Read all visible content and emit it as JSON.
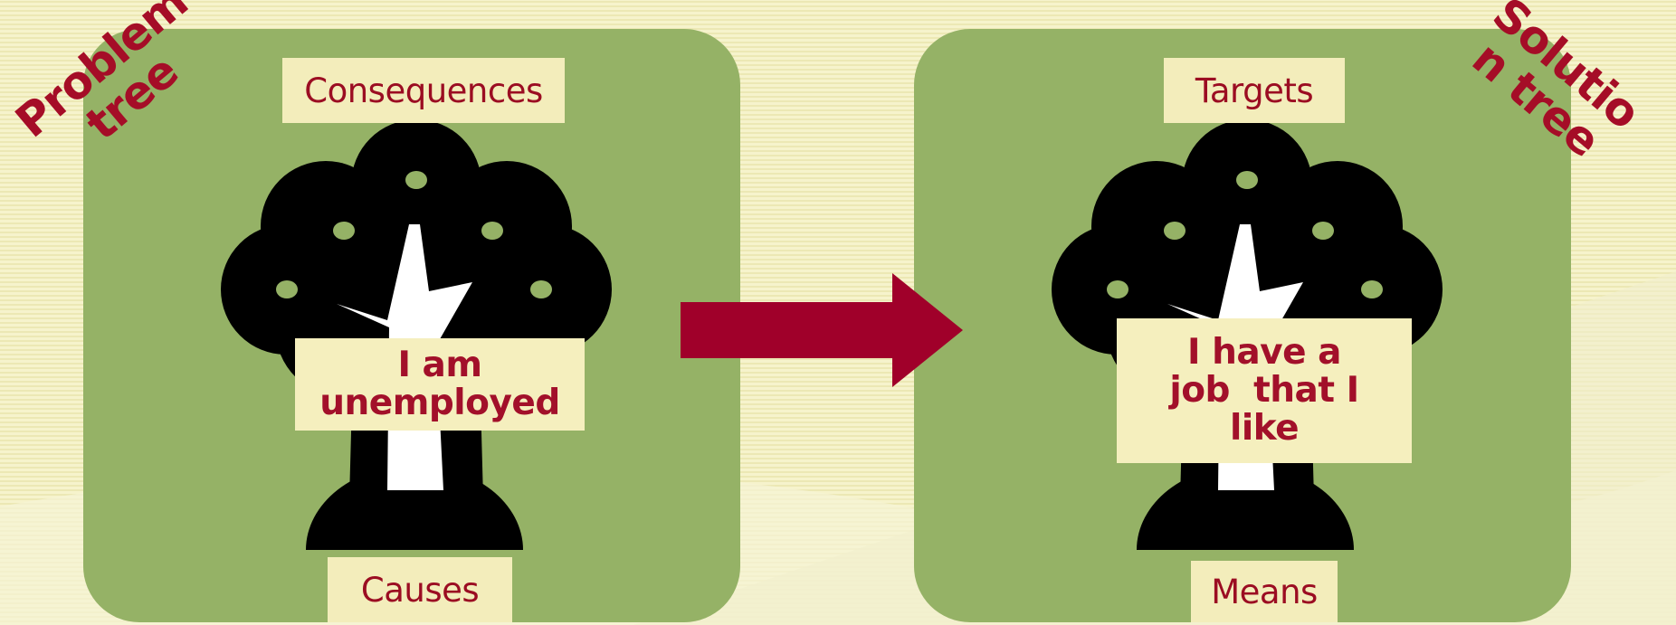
{
  "colors": {
    "background": "#f3f0c4",
    "panel": "#95b266",
    "label_box": "#f3edbb",
    "text_red": "#9b0d22",
    "arrow": "#a0002a",
    "tree": "#000000"
  },
  "problem_tree": {
    "title_lines": [
      "Problem",
      "tree"
    ],
    "top_label": "Consequences",
    "center_lines": [
      "I am",
      "unemployed"
    ],
    "bottom_label": "Causes"
  },
  "solution_tree": {
    "title_lines": [
      "Solutio",
      "n tree"
    ],
    "top_label": "Targets",
    "center_lines": [
      "I have a",
      "job  that I",
      "like"
    ],
    "bottom_label": "Means"
  },
  "icons": {
    "tree": "tree-icon",
    "arrow": "right-arrow-icon"
  }
}
